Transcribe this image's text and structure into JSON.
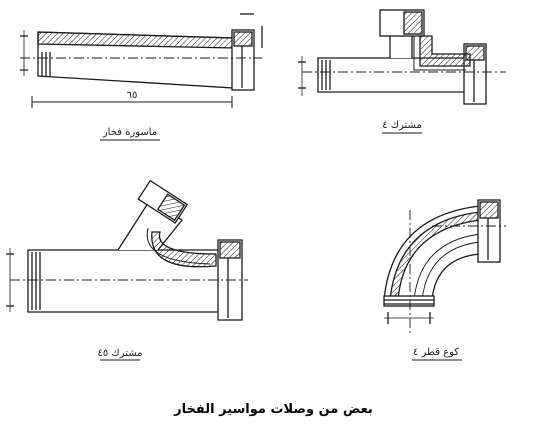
{
  "caption": "بعض من وصلات مواسير الفخار",
  "figures": {
    "straight_pipe": {
      "label": "ماسورة فخار",
      "dim_length": "٦٥"
    },
    "tee": {
      "label": "مشترك ٤"
    },
    "wye": {
      "label": "مشترك ٤٥"
    },
    "elbow": {
      "label": "كوع قطر ٤"
    }
  },
  "colors": {
    "ink": "#1a1a1a",
    "paper": "#ffffff"
  }
}
